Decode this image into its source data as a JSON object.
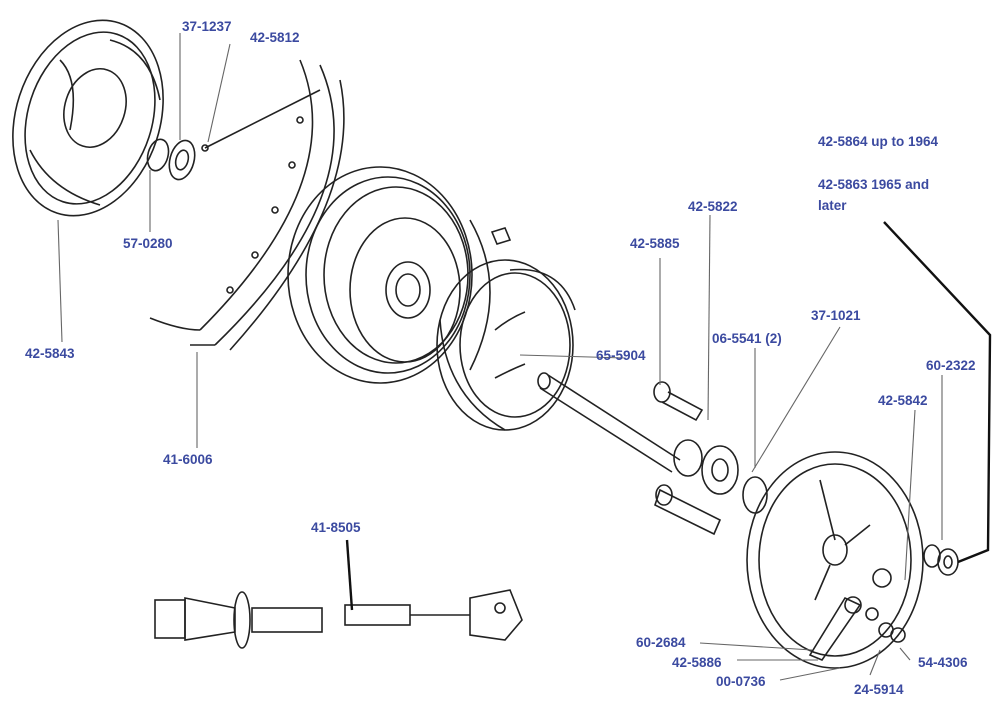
{
  "labels": {
    "p37_1237": "37-1237",
    "p42_5812": "42-5812",
    "p57_0280": "57-0280",
    "p42_5843": "42-5843",
    "p41_6006": "41-6006",
    "p42_5864": "42-5864 up to 1964",
    "p42_5863_a": "42-5863 1965 and",
    "p42_5863_b": "later",
    "p42_5822": "42-5822",
    "p42_5885": "42-5885",
    "p37_1021": "37-1021",
    "p06_5541": "06-5541 (2)",
    "p65_5904": "65-5904",
    "p60_2322": "60-2322",
    "p42_5842": "42-5842",
    "p41_8505": "41-8505",
    "p60_2684": "60-2684",
    "p42_5886": "42-5886",
    "p00_0736": "00-0736",
    "p54_4306": "54-4306",
    "p24_5914": "24-5914"
  },
  "colors": {
    "label": "#3b4aa0",
    "line_art": "#222222"
  }
}
